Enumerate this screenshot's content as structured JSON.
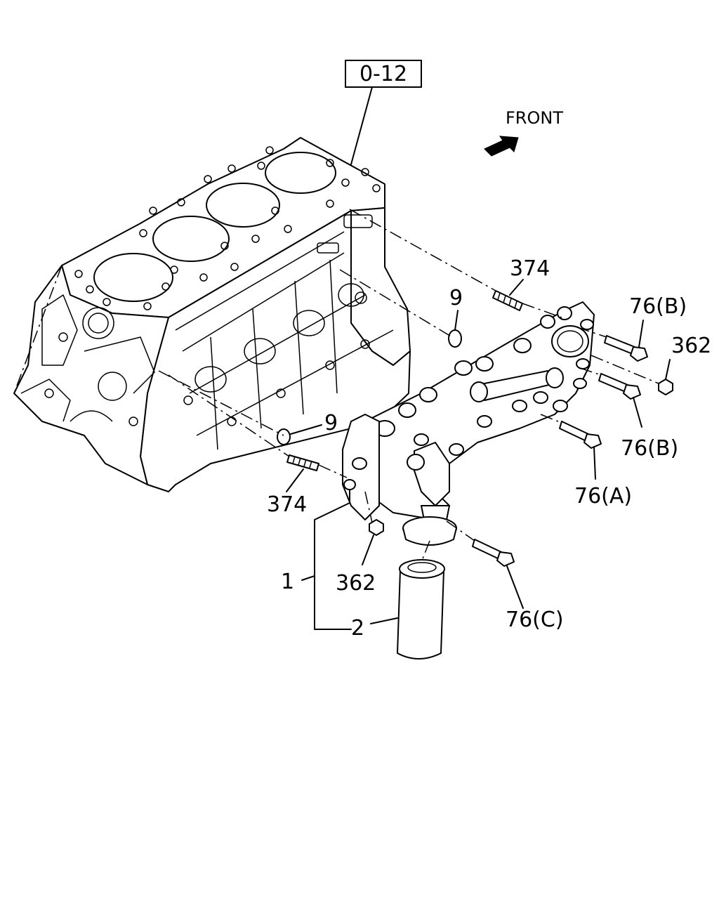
{
  "reference_box": "0-12",
  "direction_label": "FRONT",
  "callouts": {
    "stud_upper": "374",
    "stud_lower": "374",
    "oring_upper": "9",
    "oring_lower": "9",
    "bolt_b_upper": "76(B)",
    "bolt_b_lower": "76(B)",
    "bolt_a": "76(A)",
    "bolt_c": "76(C)",
    "nut_upper": "362",
    "nut_lower": "362",
    "assembly": "1",
    "filter": "2"
  }
}
